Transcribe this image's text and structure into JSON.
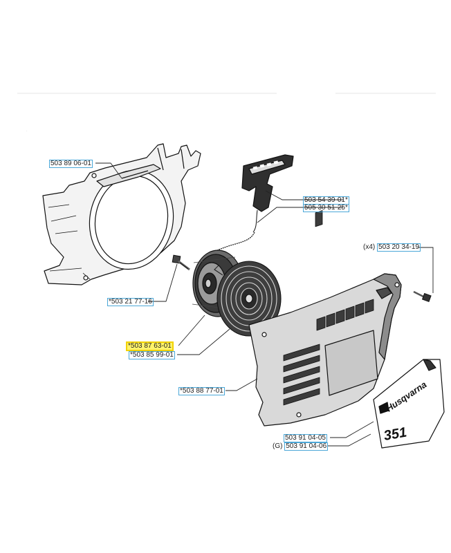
{
  "labels": {
    "cover": "503 89 06-01",
    "handle": "503 54 39-01*",
    "rope": "505 30 51-25*",
    "screw_qty": "(x4)",
    "screw": "503 20 34-19",
    "bolt": "*503 21 77-16",
    "pulley": "*503 87 63-01",
    "spring": "*503 85 99-01",
    "housing": "*503 88 77-01",
    "decal": "503 91 04-05",
    "decal_g_prefix": "(G)",
    "decal_g": "503 91 04-06"
  },
  "decal_text": {
    "brand": "Husqvarna",
    "model": "351"
  },
  "highlight_color": "#fff36b",
  "box_color": "#4aa7d8"
}
